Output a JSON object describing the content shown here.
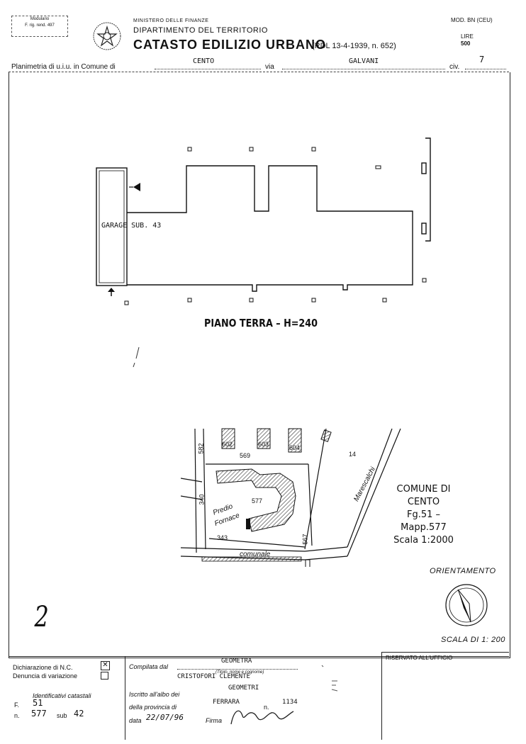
{
  "header": {
    "stamp_line1": "Modulario",
    "stamp_line2": "F. rig. rend. 497",
    "ministry": "MINISTERO DELLE FINANZE",
    "department": "DIPARTIMENTO DEL TERRITORIO",
    "title": "CATASTO EDILIZIO URBANO",
    "law": "(RDL 13-4-1939, n. 652)",
    "model": "MOD. BN (CEU)",
    "currency": "LIRE",
    "price": "500"
  },
  "address": {
    "label_plan": "Planimetria di u.i.u. in Comune di",
    "comune": "CENTO",
    "label_via": "via",
    "via": "GALVANI",
    "label_civ": "civ.",
    "civ": "7"
  },
  "plan": {
    "garage_label": "GARAGE  SUB. 43",
    "floor_title": "PIANO TERRA – H=240"
  },
  "map": {
    "parcels": [
      "602",
      "603",
      "604",
      "569",
      "577"
    ],
    "roads": [
      "582",
      "340",
      "343",
      "567",
      "14"
    ],
    "street_marescalchi": "Marescalchi",
    "predio": "Predio",
    "fornace": "Fornace",
    "comunale": "comunale",
    "info_line1": "COMUNE DI CENTO",
    "info_line2": "Fg.51 – Mapp.577",
    "info_line3": "Scala 1:2000"
  },
  "orientation": {
    "label": "ORIENTAMENTO",
    "scale": "SCALA DI 1: 200"
  },
  "handwritten_mark": "2",
  "footer": {
    "dichiarazione": "Dichiarazione di N.C.",
    "denuncia": "Denuncia di variazione",
    "identificativi": "Identificativi catastali",
    "f_label": "F.",
    "f_value": "51",
    "n_label": "n.",
    "n_value": "577",
    "sub_label": "sub",
    "sub_value": "42",
    "compilata": "Compilata dal",
    "compilata_title": "GEOMETRA",
    "compilata_sub": "(Titolo, nome e cognome)",
    "compilata_name": "CRISTOFORI   CLEMENTE",
    "iscritto": "Iscritto all'albo dei",
    "albo": "GEOMETRI",
    "provincia": "della provincia di",
    "provincia_val": "FERRARA",
    "n_albo_label": "n.",
    "n_albo": "1134",
    "data": "data",
    "data_val": "22/07/96",
    "firma": "Firma",
    "riservato": "RISERVATO ALL'UFFICIO"
  }
}
